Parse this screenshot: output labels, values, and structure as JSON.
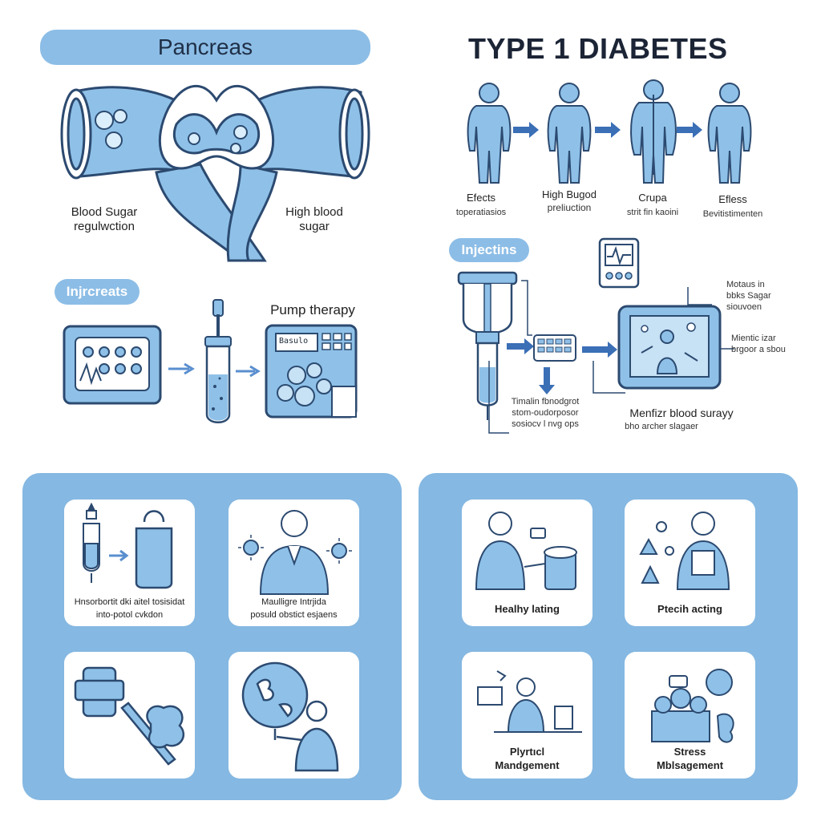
{
  "pancreas": {
    "title": "Pancreas",
    "label_left": "Blood Sugar\nregulwction",
    "label_right": "High blood\nsugar"
  },
  "therapy": {
    "pill_label": "Injrcreats",
    "pump_label": "Pump therapy",
    "pump_screen_text": "Basulo"
  },
  "type1": {
    "title": "TYPE 1 DIABETES",
    "stages": [
      {
        "label": "Efects",
        "sub": "toperatiasios"
      },
      {
        "label": "High Bugod",
        "sub": "preliuction"
      },
      {
        "label": "Crupa",
        "sub": "strit fin kaoini"
      },
      {
        "label": "Efless",
        "sub": "Bevitistimenten"
      }
    ]
  },
  "injections": {
    "pill_label": "Injectins",
    "below_text": "Timalin fbnodgrot\nstom-oudorposor\nsosiocv l nvg ops",
    "right_top_text": "Motaus in\nbbks Sagar\nsiouvoen",
    "right_mid_text": "Mientic izar\nbrgoor a sbou",
    "monitor_label": "Menfizr blood surayy",
    "monitor_sub": "bho archer slagaer"
  },
  "left_panel": {
    "cards": [
      {
        "caption": "Hnsorbortit dki aitel tosisidat\ninto-potol cvkdon"
      },
      {
        "caption": "Maulligre Intrjida\nposuld obstict esjaens"
      },
      {
        "caption": ""
      },
      {
        "caption": ""
      }
    ]
  },
  "right_panel": {
    "cards": [
      {
        "caption": "Healhy lating"
      },
      {
        "caption": "Ptecih acting"
      },
      {
        "caption": "Plyrtıcl\nMandgement"
      },
      {
        "caption": "Stress\nMblsagement"
      }
    ]
  },
  "colors": {
    "accent": "#8cbde6",
    "panel": "#85b8e2",
    "stroke": "#2c4a70",
    "arrow": "#3b6fb6",
    "fill_light": "#9cc8ec"
  }
}
